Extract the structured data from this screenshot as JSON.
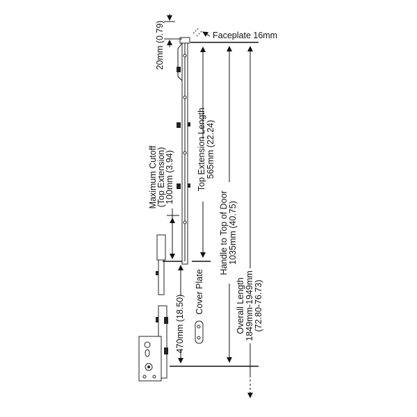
{
  "labels": {
    "top_gap": "20mm (0.79)",
    "faceplate": "Faceplate 16mm",
    "cutoff_line1": "Maximum Cutoff",
    "cutoff_line2": "(Top Extension)",
    "cutoff_line3": "100mm (3.94)",
    "top_ext_line1": "Top Extension Length",
    "top_ext_line2": "565mm (22.24)",
    "cover_plate": "Cover Plate",
    "lower": "470mm (18.50)",
    "handle_line1": "Handle to Top of Door",
    "handle_line2": "1035mm (40.75)",
    "overall_line1": "Overall Length",
    "overall_line2": "1849mm-1949mm",
    "overall_line3": "(72.80-76.73)"
  },
  "colors": {
    "ink": "#111111",
    "background": "#ffffff"
  }
}
